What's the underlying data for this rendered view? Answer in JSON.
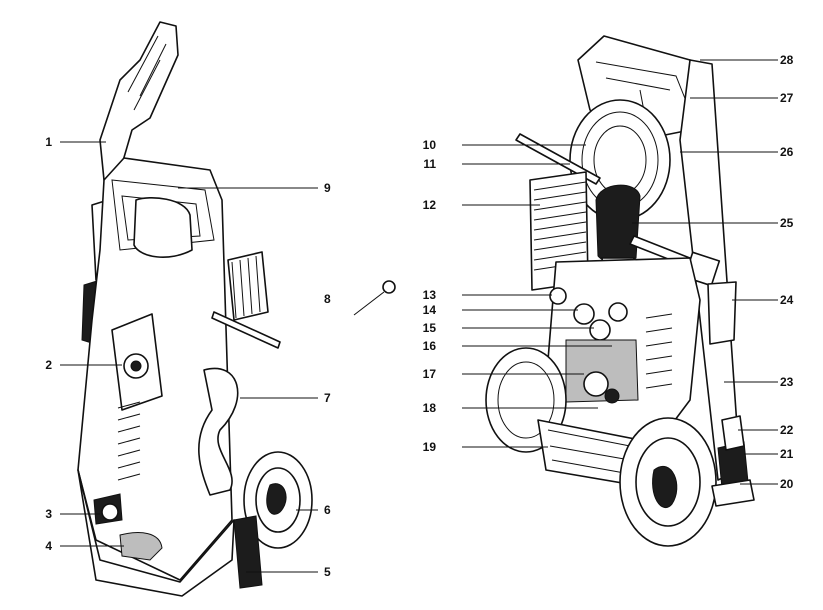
{
  "diagram": {
    "callouts_left": [
      "1",
      "2",
      "3",
      "4",
      "5",
      "6",
      "7",
      "8",
      "9"
    ],
    "callouts_right": [
      "10",
      "11",
      "12",
      "13",
      "14",
      "15",
      "16",
      "17",
      "18",
      "19",
      "20",
      "21",
      "22",
      "23",
      "24",
      "25",
      "26",
      "27",
      "28"
    ]
  }
}
